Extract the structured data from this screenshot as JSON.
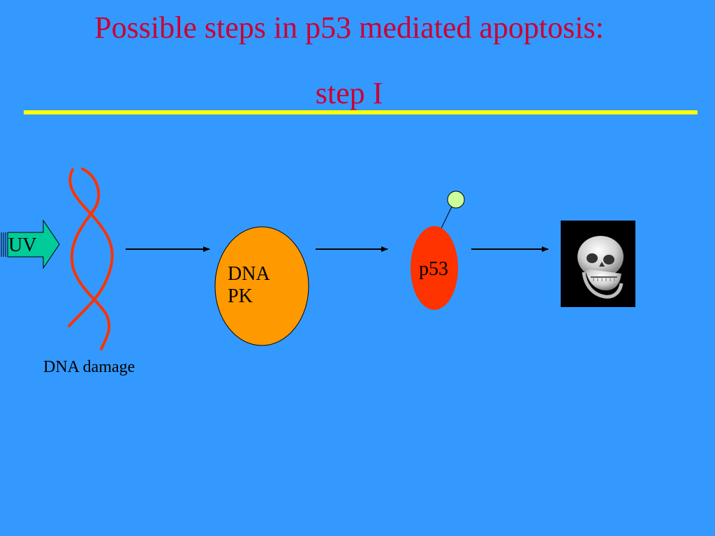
{
  "slide": {
    "title_line1": "Possible steps in p53 mediated apoptosis:",
    "title_line2": "step I"
  },
  "diagram": {
    "uv_label": "UV",
    "dna_damage_label": "DNA damage",
    "dnapk_label_line1": "DNA",
    "dnapk_label_line2": "PK",
    "p53_label": "p53"
  },
  "colors": {
    "background": "#3399FF",
    "title": "#CC0033",
    "rule": "#FFFF00",
    "uv_arrow": "#00CC99",
    "dna_strand": "#FF3300",
    "dnapk_node": "#FF9900",
    "p53_node": "#FF3300",
    "phosphate": "#CCFF99"
  },
  "icons": {
    "death_icon": "skull-icon"
  }
}
